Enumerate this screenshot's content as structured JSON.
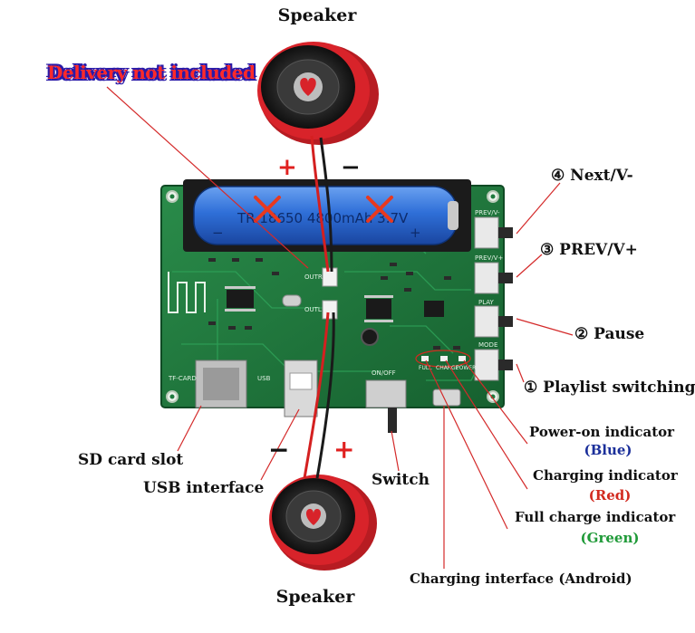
{
  "labels": {
    "speaker_top": "Speaker",
    "speaker_bottom": "Speaker",
    "delivery_note": "Delivery not included",
    "next": "④ Next/V-",
    "prev": "③ PREV/V+",
    "pause": "② Pause",
    "playlist": "① Playlist switching",
    "power_on": "Power-on indicator",
    "power_on_color": "(Blue)",
    "charging": "Charging indicator",
    "charging_color": "(Red)",
    "full_charge": "Full charge indicator",
    "full_charge_color": "(Green)",
    "sd_slot": "SD card slot",
    "usb": "USB interface",
    "switch": "Switch",
    "charging_interface": "Charging interface (Android)"
  },
  "polarity": {
    "top_plus": "+",
    "top_minus": "−",
    "bottom_minus": "−",
    "bottom_plus": "+"
  },
  "board_silkscreen": {
    "prev_v": "PREV/V-",
    "prev_v2": "PREV/V+",
    "play": "PLAY",
    "mode": "MODE",
    "full": "FULL",
    "charge": "CHARGE",
    "power": "POWER",
    "tf_card": "TF-CARD",
    "usb": "USB",
    "on_off": "ON/OFF",
    "outl": "OUTL",
    "outr": "OUTR"
  },
  "battery": {
    "text": "TR 18650 4800mAh 3.7V",
    "plus": "+",
    "minus": "−"
  },
  "colors": {
    "pcb": "#1f7a3e",
    "battery": "#2f6fd8",
    "speaker_ring": "#d8232a",
    "cross": "#e8391f",
    "label_blue": "#1b2f9a",
    "label_red": "#d22a1f",
    "label_green": "#1f9a38"
  }
}
